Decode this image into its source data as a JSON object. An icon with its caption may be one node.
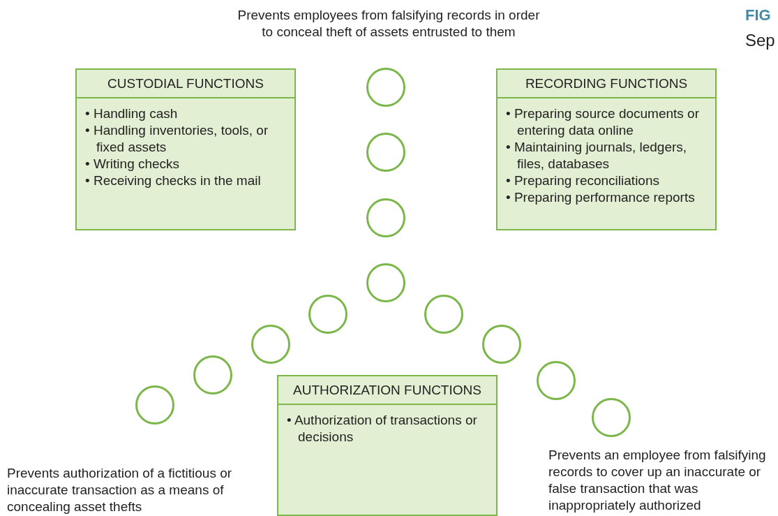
{
  "diagram": {
    "nodes": [
      {
        "text": [
          "CUSTODIAL FUNCTIONS",
          "• Handling cash",
          "• Handling inventories, tools, or fixed assets",
          "• Writing checks",
          "• Receiving checks in the mail"
        ]
      },
      {
        "text": [
          "RECORDING FUNCTIONS",
          "• Preparing source documents or entering data online",
          "• Maintaining journals, ledgers, files, databases",
          "• Preparing reconciliations",
          "• Preparing performance reports"
        ]
      },
      {
        "text": [
          "AUTHORIZATION FUNCTIONS",
          "• Authorization of transactions or decisions"
        ]
      },
      {
        "text": [],
        "shape": "circle"
      },
      {
        "text": [],
        "shape": "circle"
      },
      {
        "text": [],
        "shape": "circle"
      },
      {
        "text": [],
        "shape": "circle"
      },
      {
        "text": [],
        "shape": "circle"
      },
      {
        "text": [],
        "shape": "circle"
      },
      {
        "text": [],
        "shape": "circle"
      },
      {
        "text": [],
        "shape": "circle"
      },
      {
        "text": [],
        "shape": "circle"
      },
      {
        "text": [],
        "shape": "circle"
      },
      {
        "text": [],
        "shape": "circle"
      },
      {
        "text": [],
        "shape": "circle"
      }
    ],
    "edges": [],
    "labels": [
      "Prevents employees from falsifying records in order to conceal theft of assets entrusted to them",
      "FIG",
      "Sep",
      "Prevents authorization of a fictitious or inaccurate transaction as a means of concealing asset thefts",
      "Prevents an employee from falsifying records to cover up an inaccurate or false transaction that was inappropriately authorized"
    ]
  }
}
